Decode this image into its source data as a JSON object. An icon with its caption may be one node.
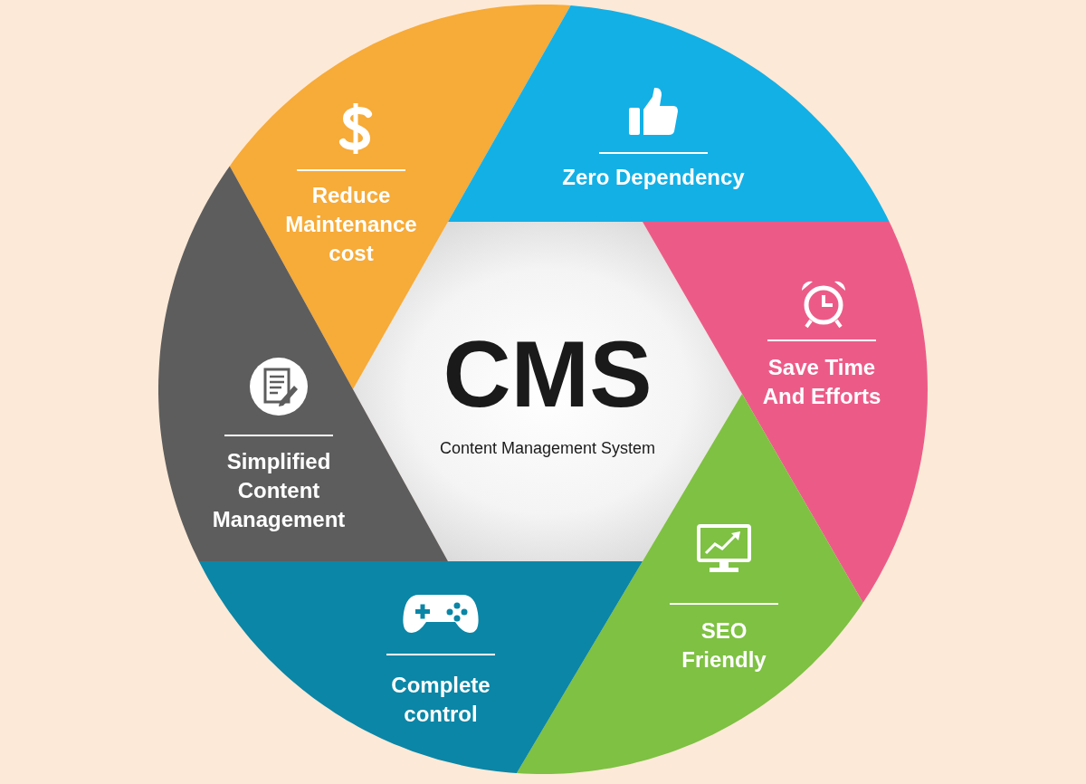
{
  "diagram": {
    "nodes": [
      {
        "text": [
          "CMS",
          "Content Management System"
        ]
      },
      {
        "text": [
          "Reduce Maintenance cost"
        ]
      },
      {
        "text": [
          "Zero Dependency"
        ]
      },
      {
        "text": [
          "Save Time And Efforts"
        ]
      },
      {
        "text": [
          "SEO Friendly"
        ]
      },
      {
        "text": [
          "Complete control"
        ]
      },
      {
        "text": [
          "Simplified Content Management"
        ]
      }
    ]
  }
}
